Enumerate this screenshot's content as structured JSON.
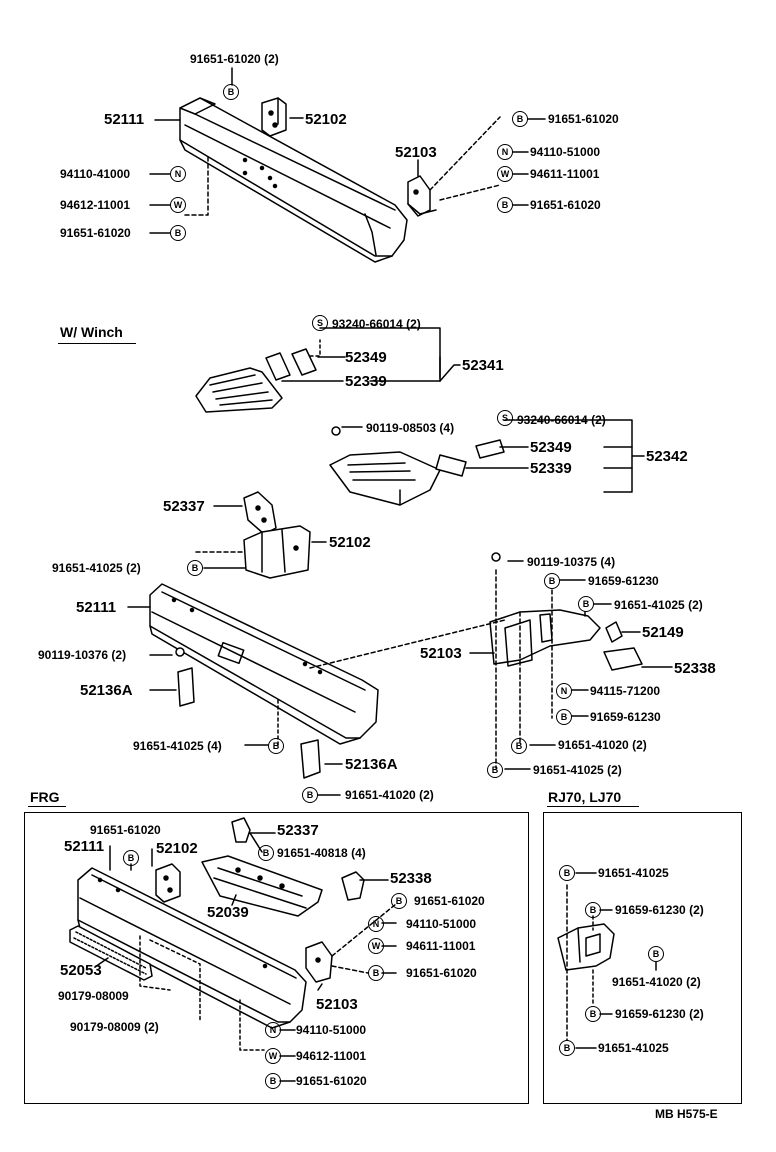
{
  "sections": {
    "w_winch": "W/ Winch",
    "frg": "FRG",
    "rj70": "RJ70, LJ70",
    "code": "MB  H575-E"
  },
  "symbols": {
    "bolt": "B",
    "nut": "N",
    "washer": "W",
    "screw": "S"
  },
  "top": {
    "p91651_61020_2": "91651-61020 (2)",
    "p52111": "52111",
    "p52102": "52102",
    "p52103": "52103",
    "p94110_41000": "94110-41000",
    "p94612_11001": "94612-11001",
    "p91651_61020_l": "91651-61020",
    "p91651_61020_r1": "91651-61020",
    "p94110_51000": "94110-51000",
    "p94611_11001": "94611-11001",
    "p91651_61020_r2": "91651-61020"
  },
  "winch": {
    "p93240_66014_a": "93240-66014 (2)",
    "p52349_a": "52349",
    "p52339_a": "52339",
    "p52341": "52341",
    "p90119_08503": "90119-08503 (4)",
    "p93240_66014_b": "93240-66014 (2)",
    "p52349_b": "52349",
    "p52339_b": "52339",
    "p52342": "52342",
    "p52337": "52337",
    "p52102": "52102",
    "p91651_41025_2": "91651-41025 (2)",
    "p52111": "52111",
    "p90119_10376": "90119-10376 (2)",
    "p52136A_a": "52136A",
    "p91651_41025_4": "91651-41025 (4)",
    "p52136A_b": "52136A",
    "p91651_41020_2b": "91651-41020 (2)",
    "p90119_10375": "90119-10375 (4)",
    "p91659_61230_a": "91659-61230",
    "p91651_41025_2r": "91651-41025 (2)",
    "p52149": "52149",
    "p52103": "52103",
    "p52338": "52338",
    "p94115_71200": "94115-71200",
    "p91659_61230_b": "91659-61230",
    "p91651_41020_2r": "91651-41020 (2)",
    "p91651_41025_2r2": "91651-41025 (2)"
  },
  "frg": {
    "p91651_61020": "91651-61020",
    "p52111": "52111",
    "p52102": "52102",
    "p52337": "52337",
    "p91651_40818": "91651-40818 (4)",
    "p52338": "52338",
    "p52039": "52039",
    "p91651_61020_r1": "91651-61020",
    "p94110_51000_r": "94110-51000",
    "p94611_11001": "94611-11001",
    "p91651_61020_r2": "91651-61020",
    "p52053": "52053",
    "p90179_08009_a": "90179-08009",
    "p52103": "52103",
    "p90179_08009_b": "90179-08009 (2)",
    "p94110_51000_b": "94110-51000",
    "p94612_11001": "94612-11001",
    "p91651_61020_b": "91651-61020"
  },
  "rj70": {
    "p91651_41025_a": "91651-41025",
    "p91659_61230_2a": "91659-61230 (2)",
    "p91651_41020_2": "91651-41020 (2)",
    "p91659_61230_2b": "91659-61230 (2)",
    "p91651_41025_b": "91651-41025"
  }
}
